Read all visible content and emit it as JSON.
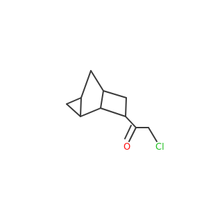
{
  "diagram": {
    "type": "skeletal-structure",
    "atoms": {
      "oxygen": {
        "symbol": "O",
        "color": "#ff0d0d"
      },
      "chlorine": {
        "symbol": "Cl",
        "color": "#1fbf1f"
      }
    },
    "bond_color": "#3a3a3a",
    "background": "#ffffff"
  }
}
